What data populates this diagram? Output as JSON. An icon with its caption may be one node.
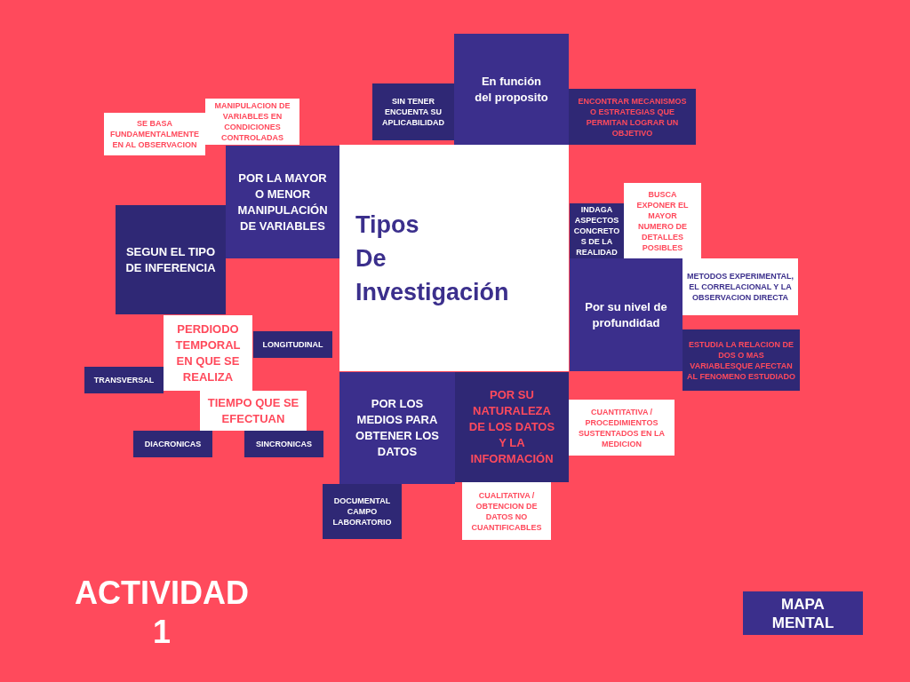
{
  "diagram": {
    "title": "ACTIVIDAD 1",
    "nodes": [
      {
        "text": [
          "Tipos De Investigación"
        ]
      },
      {
        "text": [
          "En función del proposito"
        ]
      },
      {
        "text": [
          "SIN TENER ENCUENTA SU APLICABILIDAD"
        ]
      },
      {
        "text": [
          "ENCONTRAR MECANISMOS O ESTRATEGIAS QUE PERMITAN LOGRAR UN OBJETIVO"
        ]
      },
      {
        "text": [
          "SE BASA FUNDAMENTALMENTE EN AL OBSERVACION"
        ]
      },
      {
        "text": [
          "MANIPULACION DE VARIABLES EN CONDICIONES CONTROLADAS"
        ]
      },
      {
        "text": [
          "POR LA MAYOR O MENOR MANIPULACIÓN DE VARIABLES"
        ]
      },
      {
        "text": [
          "SEGUN EL TIPO DE INFERENCIA"
        ]
      },
      {
        "text": [
          "PERDIODO TEMPORAL EN QUE SE REALIZA"
        ]
      },
      {
        "text": [
          "LONGITUDINAL"
        ]
      },
      {
        "text": [
          "TRANSVERSAL"
        ]
      },
      {
        "text": [
          "TIEMPO QUE SE EFECTUAN"
        ]
      },
      {
        "text": [
          "DIACRONICAS"
        ]
      },
      {
        "text": [
          "SINCRONICAS"
        ]
      },
      {
        "text": [
          "INDAGA ASPECTOS CONCRETO S DE LA REALIDAD"
        ]
      },
      {
        "text": [
          "BUSCA EXPONER EL MAYOR NUMERO DE DETALLES POSIBLES"
        ]
      },
      {
        "text": [
          "Por su nivel de profundidad"
        ]
      },
      {
        "text": [
          "METODOS EXPERIMENTAL, EL CORRELACIONAL Y LA OBSERVACION DIRECTA"
        ]
      },
      {
        "text": [
          "ESTUDIA LA RELACION DE DOS O MAS VARIABLESQUE AFECTAN AL FENOMENO ESTUDIADO"
        ]
      },
      {
        "text": [
          "POR LOS MEDIOS PARA OBTENER LOS DATOS"
        ]
      },
      {
        "text": [
          "POR SU NATURALEZA DE LOS DATOS Y LA INFORMACIÓN"
        ]
      },
      {
        "text": [
          "CUANTITATIVA / PROCEDIMIENTOS SUSTENTADOS EN LA MEDICION"
        ]
      },
      {
        "text": [
          "DOCUMENTAL CAMPO LABORATORIO"
        ]
      },
      {
        "text": [
          "CUALITATIVA / OBTENCION DE DATOS NO CUANTIFICABLES"
        ]
      },
      {
        "text": [
          "MAPA MENTAL"
        ]
      }
    ]
  }
}
